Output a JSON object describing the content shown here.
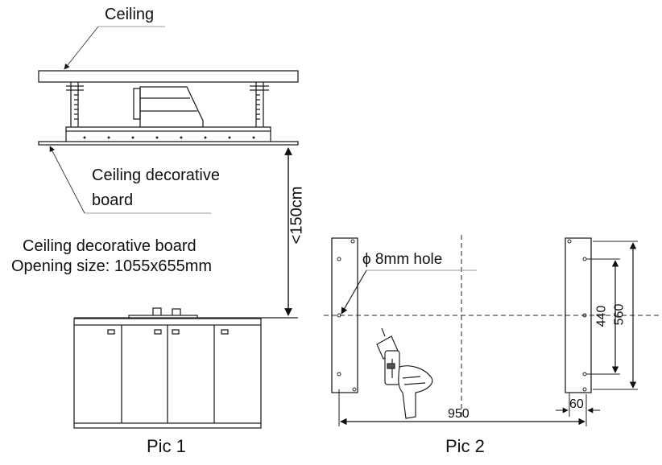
{
  "pic1": {
    "ceiling_label": "Ceiling",
    "decorative_board_label_line1": "Ceiling decorative",
    "decorative_board_label_line2": "board",
    "opening_line1": "Ceiling decorative board",
    "opening_line2": "Opening size: 1055x655mm",
    "height_dimension": "<150cm",
    "caption": "Pic 1"
  },
  "pic2": {
    "hole_label": "ϕ 8mm hole",
    "width_dimension": "950",
    "inner_height_dimension": "440",
    "outer_height_dimension": "560",
    "bracket_width_dimension": "60",
    "caption": "Pic 2"
  }
}
